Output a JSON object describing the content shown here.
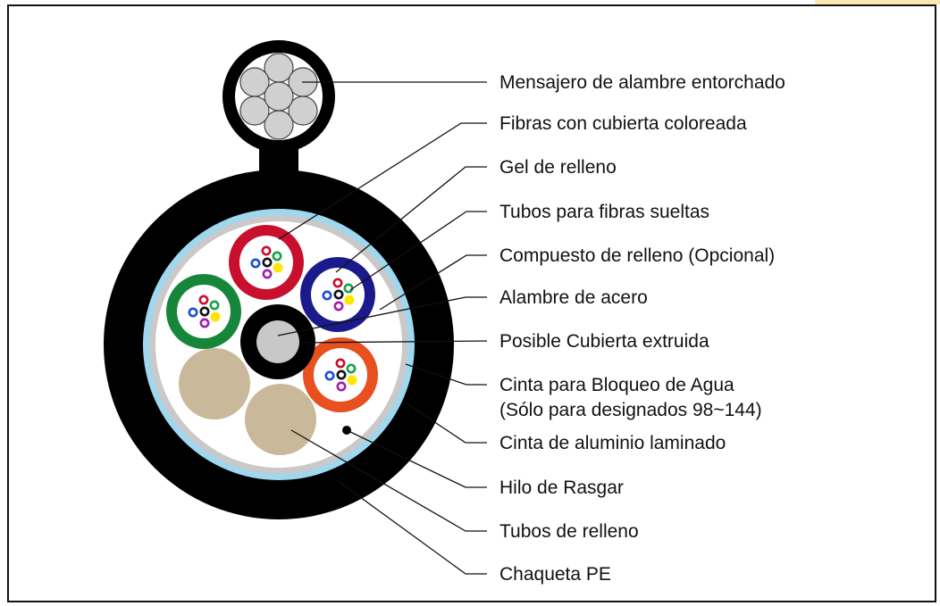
{
  "labels": {
    "messenger": "Mensajero de alambre entorchado",
    "colored_fibers": "Fibras con cubierta coloreada",
    "filling_gel": "Gel de relleno",
    "loose_tubes": "Tubos para fibras sueltas",
    "filling_compound": "Compuesto de relleno (Opcional)",
    "steel_wire": "Alambre de acero",
    "extruded_sheath": "Posible Cubierta extruida",
    "water_blocking_tape_line1": "Cinta para Bloqueo de Agua",
    "water_blocking_tape_line2": "(Sólo para  designados 98~144)",
    "aluminum_tape": "Cinta de aluminio laminado",
    "ripcord": "Hilo de Rasgar",
    "filler_tubes": "Tubos de relleno",
    "pe_jacket": "Chaqueta PE"
  },
  "colors": {
    "jacket": "#000000",
    "water_tape": "#9fd7ef",
    "aluminum_tape": "#c9c9c9",
    "tube_red": "#c8102e",
    "tube_blue": "#1a1a8c",
    "tube_green": "#16873a",
    "tube_orange": "#e8501f",
    "filler_tube": "#c9b99a",
    "steel_core": "#c8c8c8",
    "corner_tab": "#fce8b2"
  }
}
